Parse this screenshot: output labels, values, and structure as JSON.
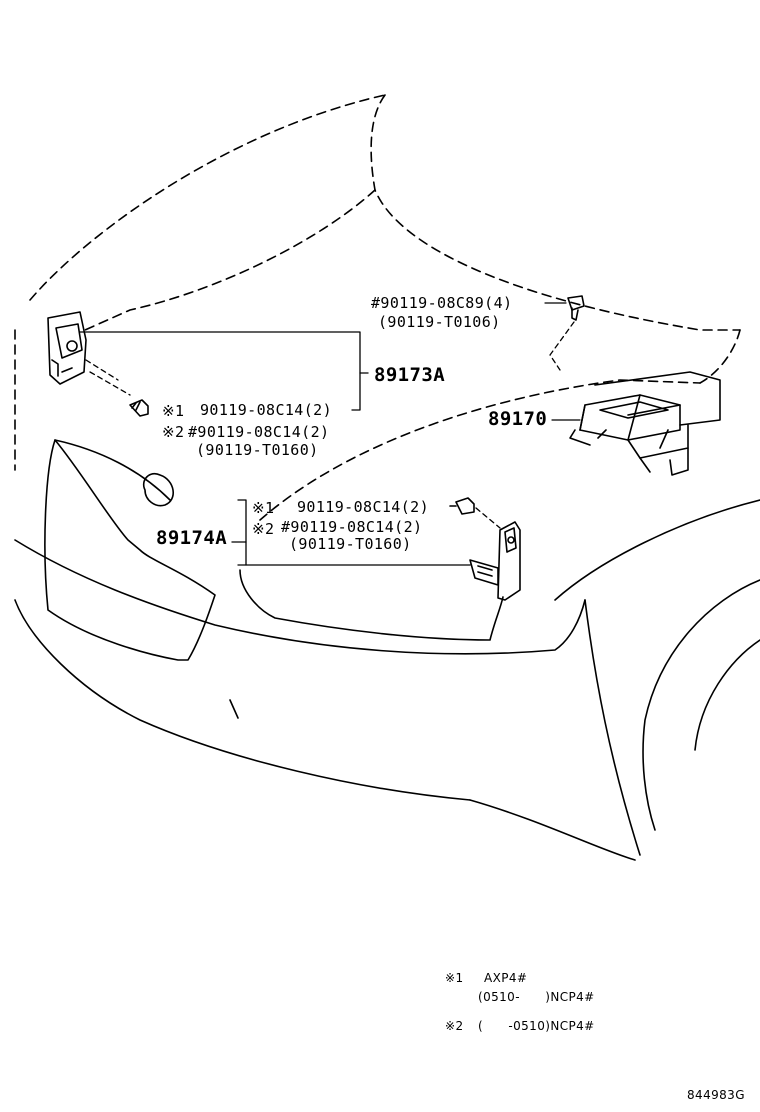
{
  "parts": {
    "p89173A": "89173A",
    "p89170": "89170",
    "p89174A": "89174A"
  },
  "callouts_upper": {
    "bolt_main": "#90119-08C89(4)",
    "bolt_alt": "(90119-T0106)"
  },
  "callouts_89173A": {
    "mark1": "※1",
    "bolt1": "90119-08C14(2)",
    "mark2": "※2",
    "bolt2": "#90119-08C14(2)",
    "bolt2_alt": "(90119-T0160)"
  },
  "callouts_89174A": {
    "mark1": "※1",
    "bolt1": "90119-08C14(2)",
    "mark2": "※2",
    "bolt2": "#90119-08C14(2)",
    "bolt2_alt": "(90119-T0160)"
  },
  "notes": {
    "n1_mark": "※1",
    "n1_line1": "AXP4#",
    "n1_line2": "(0510-      )NCP4#",
    "n2_mark": "※2",
    "n2_line1": "(      -0510)NCP4#"
  },
  "illustration_code": "844983G",
  "colors": {
    "ink": "#000000",
    "paper": "#ffffff"
  }
}
